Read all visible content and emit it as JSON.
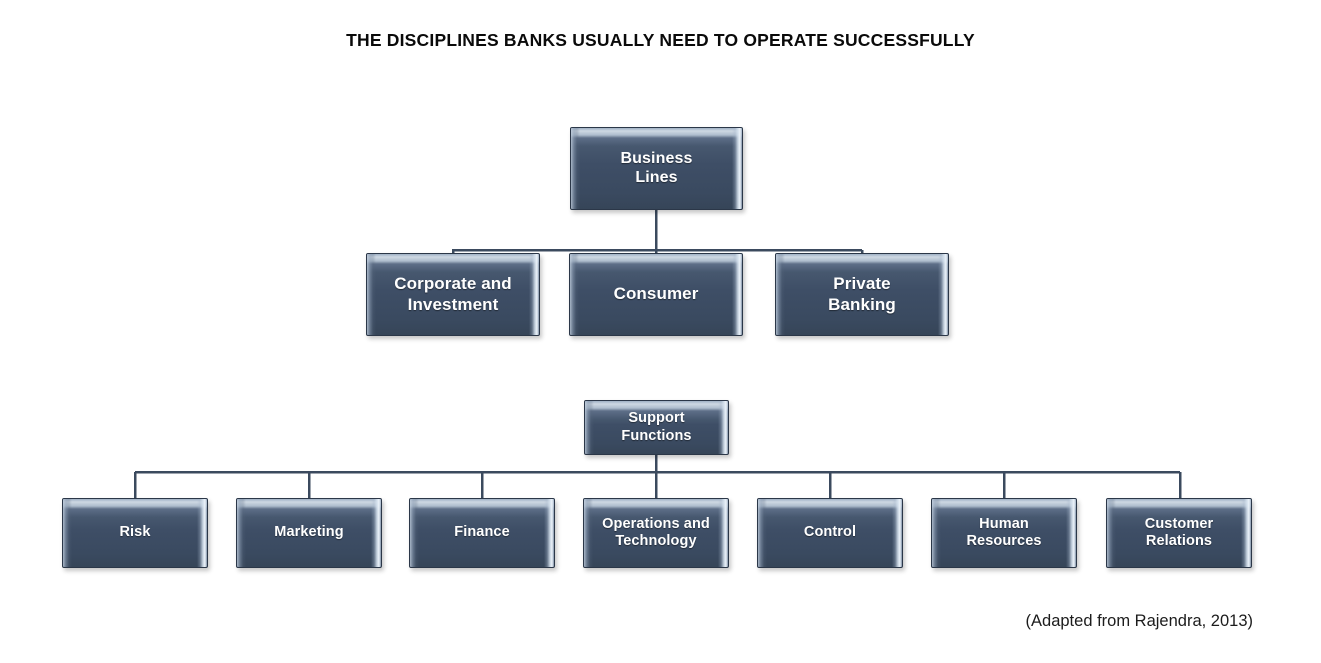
{
  "title": "THE DISCIPLINES BANKS USUALLY NEED TO OPERATE SUCCESSFULLY",
  "attribution": "(Adapted from Rajendra, 2013)",
  "colors": {
    "box_fill": "#3e4e66",
    "box_bevel_light": "#ced8e3",
    "box_border": "#2b3748",
    "connector": "#3b4a5e",
    "text": "#ffffff",
    "title_text": "#0a0a0a",
    "background": "#ffffff"
  },
  "chart_data": {
    "type": "diagram",
    "diagram_kind": "organizational-tree",
    "title": "THE DISCIPLINES BANKS USUALLY NEED TO OPERATE SUCCESSFULLY",
    "note": "(Adapted from Rajendra, 2013)",
    "trees": [
      {
        "root": "Business Lines",
        "children": [
          "Corporate and Investment",
          "Consumer",
          "Private Banking"
        ]
      },
      {
        "root": "Support Functions",
        "children": [
          "Risk",
          "Marketing",
          "Finance",
          "Operations and Technology",
          "Control",
          "Human Resources",
          "Customer Relations"
        ]
      }
    ]
  },
  "nodes": {
    "business_lines": {
      "label_line1": "Business",
      "label_line2": "Lines"
    },
    "business_children": [
      {
        "label_line1": "Corporate and",
        "label_line2": "Investment"
      },
      {
        "label_line1": "Consumer",
        "label_line2": ""
      },
      {
        "label_line1": "Private",
        "label_line2": "Banking"
      }
    ],
    "support_functions": {
      "label_line1": "Support",
      "label_line2": "Functions"
    },
    "support_children": [
      {
        "label_line1": "Risk",
        "label_line2": ""
      },
      {
        "label_line1": "Marketing",
        "label_line2": ""
      },
      {
        "label_line1": "Finance",
        "label_line2": ""
      },
      {
        "label_line1": "Operations and",
        "label_line2": "Technology"
      },
      {
        "label_line1": "Control",
        "label_line2": ""
      },
      {
        "label_line1": "Human",
        "label_line2": "Resources"
      },
      {
        "label_line1": "Customer",
        "label_line2": "Relations"
      }
    ]
  }
}
